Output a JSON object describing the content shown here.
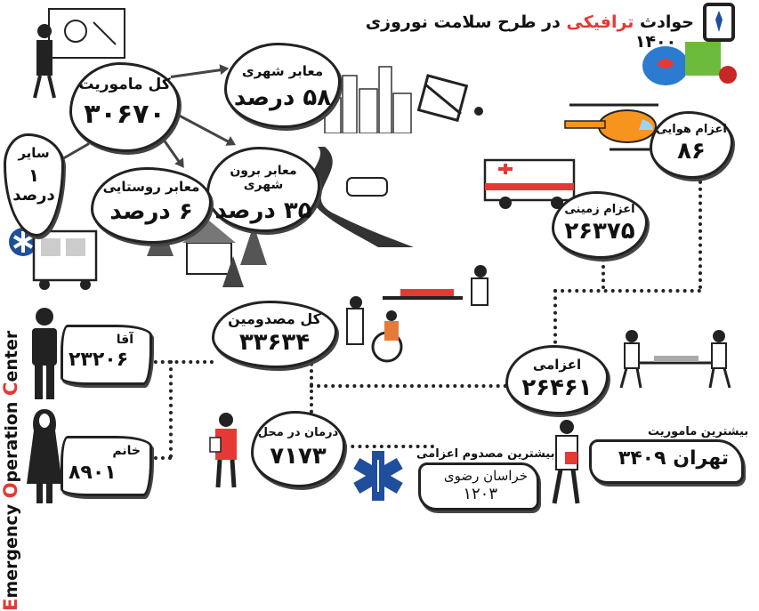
{
  "header": {
    "title_part1": "حوادث",
    "title_highlight": "ترافیکی",
    "title_part2": "در طرح سلامت نوروزی",
    "year": "۱۴۰۰"
  },
  "sidebar_text": {
    "letters": [
      "E",
      "mergency ",
      "O",
      "peration ",
      "C",
      "enter"
    ]
  },
  "total": {
    "label": "کل ماموریت",
    "value": "۳۰۶۷۰"
  },
  "urban": {
    "label": "معابر شهری",
    "value": "۵۸ درصد"
  },
  "intercity": {
    "label": "معابر برون شهری",
    "value": "۳۵ درصد"
  },
  "rural": {
    "label": "معابر روستایی",
    "value": "۶ درصد"
  },
  "other": {
    "label": "سایر",
    "value_line1": "۱",
    "value_line2": "درصد"
  },
  "air": {
    "label": "اعزام هوایی",
    "value": "۸۶"
  },
  "ground": {
    "label": "اعزام زمینی",
    "value": "۲۶۳۷۵"
  },
  "injured": {
    "label": "کل مصدومین",
    "value": "۳۳۶۳۴"
  },
  "dispatch": {
    "label": "اعزامی",
    "value": "۲۶۴۶۱"
  },
  "onsite": {
    "label": "درمان در محل",
    "value": "۷۱۷۳"
  },
  "male": {
    "label": "آقا",
    "value": "۲۳۲۰۶"
  },
  "female": {
    "label": "خانم",
    "value": "۸۹۰۱"
  },
  "most_mission": {
    "label": "بیشترین ماموریت",
    "value": "تهران ۳۴۰۹"
  },
  "most_dispatch": {
    "label": "بیشترین مصدوم اعزامی",
    "value_line1": "خراسان رضوی",
    "value_line2": "۱۲۰۳"
  },
  "colors": {
    "accent": "#e53935",
    "ink": "#222222",
    "heli": "#f7941d",
    "star": "#1f4e9c"
  }
}
